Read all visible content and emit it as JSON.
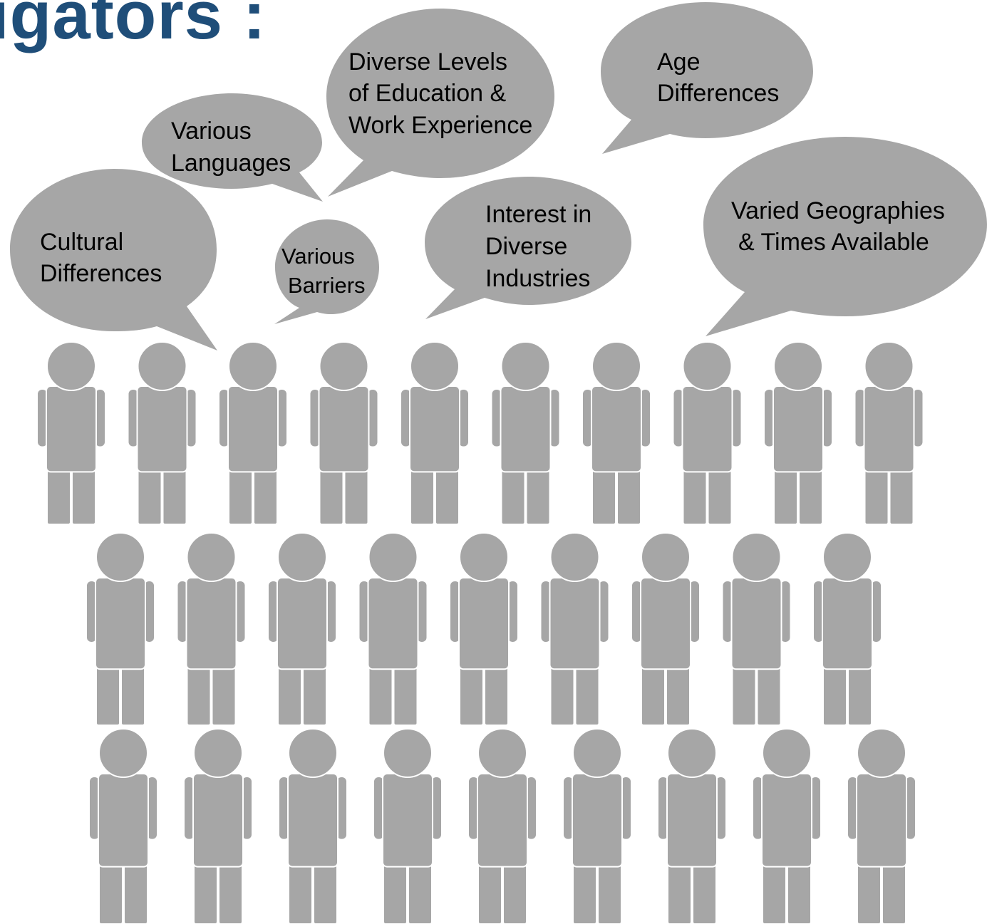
{
  "title": "igators :",
  "colors": {
    "title": "#1f4e79",
    "bubble": "#a6a6a6",
    "person": "#a6a6a6",
    "person_outline": "#ffffff",
    "text": "#000000"
  },
  "bubbles": [
    {
      "id": "cultural",
      "lines": [
        "Cultural",
        "Differences"
      ]
    },
    {
      "id": "languages",
      "lines": [
        "Various",
        "Languages"
      ]
    },
    {
      "id": "barriers",
      "lines": [
        "Various",
        "Barriers"
      ]
    },
    {
      "id": "education",
      "lines": [
        "Diverse Levels",
        "of Education &",
        "Work Experience"
      ]
    },
    {
      "id": "industries",
      "lines": [
        "Interest in",
        "Diverse",
        "Industries"
      ]
    },
    {
      "id": "age",
      "lines": [
        "Age",
        "Differences"
      ]
    },
    {
      "id": "geographies",
      "lines": [
        "Varied Geographies",
        "& Times Available"
      ]
    }
  ],
  "crowd": {
    "rows": [
      10,
      9,
      9
    ],
    "icon": "person-icon"
  }
}
